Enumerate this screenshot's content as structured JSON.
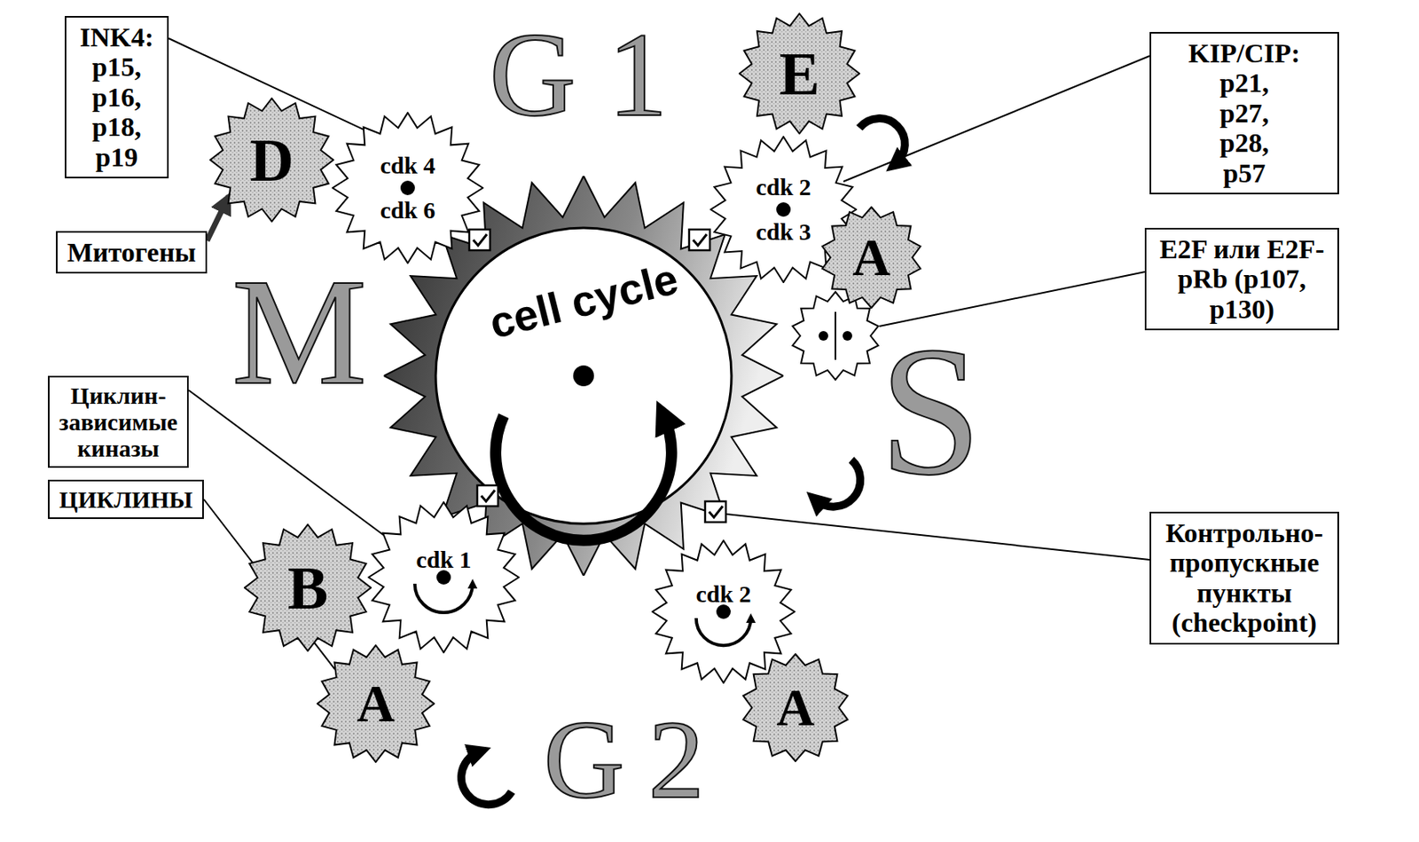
{
  "diagram": {
    "nodes": [
      {
        "text": [
          "INK4: p15, p16, p18, p19"
        ]
      },
      {
        "text": [
          "Митогены"
        ]
      },
      {
        "text": [
          "Циклин- зависимые киназы"
        ]
      },
      {
        "text": [
          "ЦИКЛИНЫ"
        ]
      },
      {
        "text": [
          "KIP/CIP: p21, p27, p28, p57"
        ]
      },
      {
        "text": [
          "E2F или E2F-pRb (p107, p130)"
        ]
      },
      {
        "text": [
          "Контрольно- пропускные пункты (checkpoint)"
        ]
      },
      {
        "text": [
          "cell cycle"
        ]
      },
      {
        "text": [
          "D"
        ]
      },
      {
        "text": [
          "cdk 4",
          "cdk 6"
        ]
      },
      {
        "text": [
          "E"
        ]
      },
      {
        "text": [
          "cdk 2",
          "cdk 3"
        ]
      },
      {
        "text": [
          "A"
        ]
      },
      {
        "text": [
          "cdk 2"
        ]
      },
      {
        "text": [
          "A"
        ]
      },
      {
        "text": [
          "cdk 1"
        ]
      },
      {
        "text": [
          "B"
        ]
      },
      {
        "text": [
          "A"
        ]
      }
    ],
    "edges": [
      {
        "from": 0,
        "to": 9,
        "arrow": "none"
      },
      {
        "from": 1,
        "to": 8,
        "arrow": "to"
      },
      {
        "from": 2,
        "to": 15,
        "arrow": "none"
      },
      {
        "from": 3,
        "to": 17,
        "arrow": "none"
      },
      {
        "from": 4,
        "to": 11,
        "arrow": "none"
      }
    ],
    "labels": [
      "G1",
      "M",
      "S",
      "G2"
    ]
  }
}
